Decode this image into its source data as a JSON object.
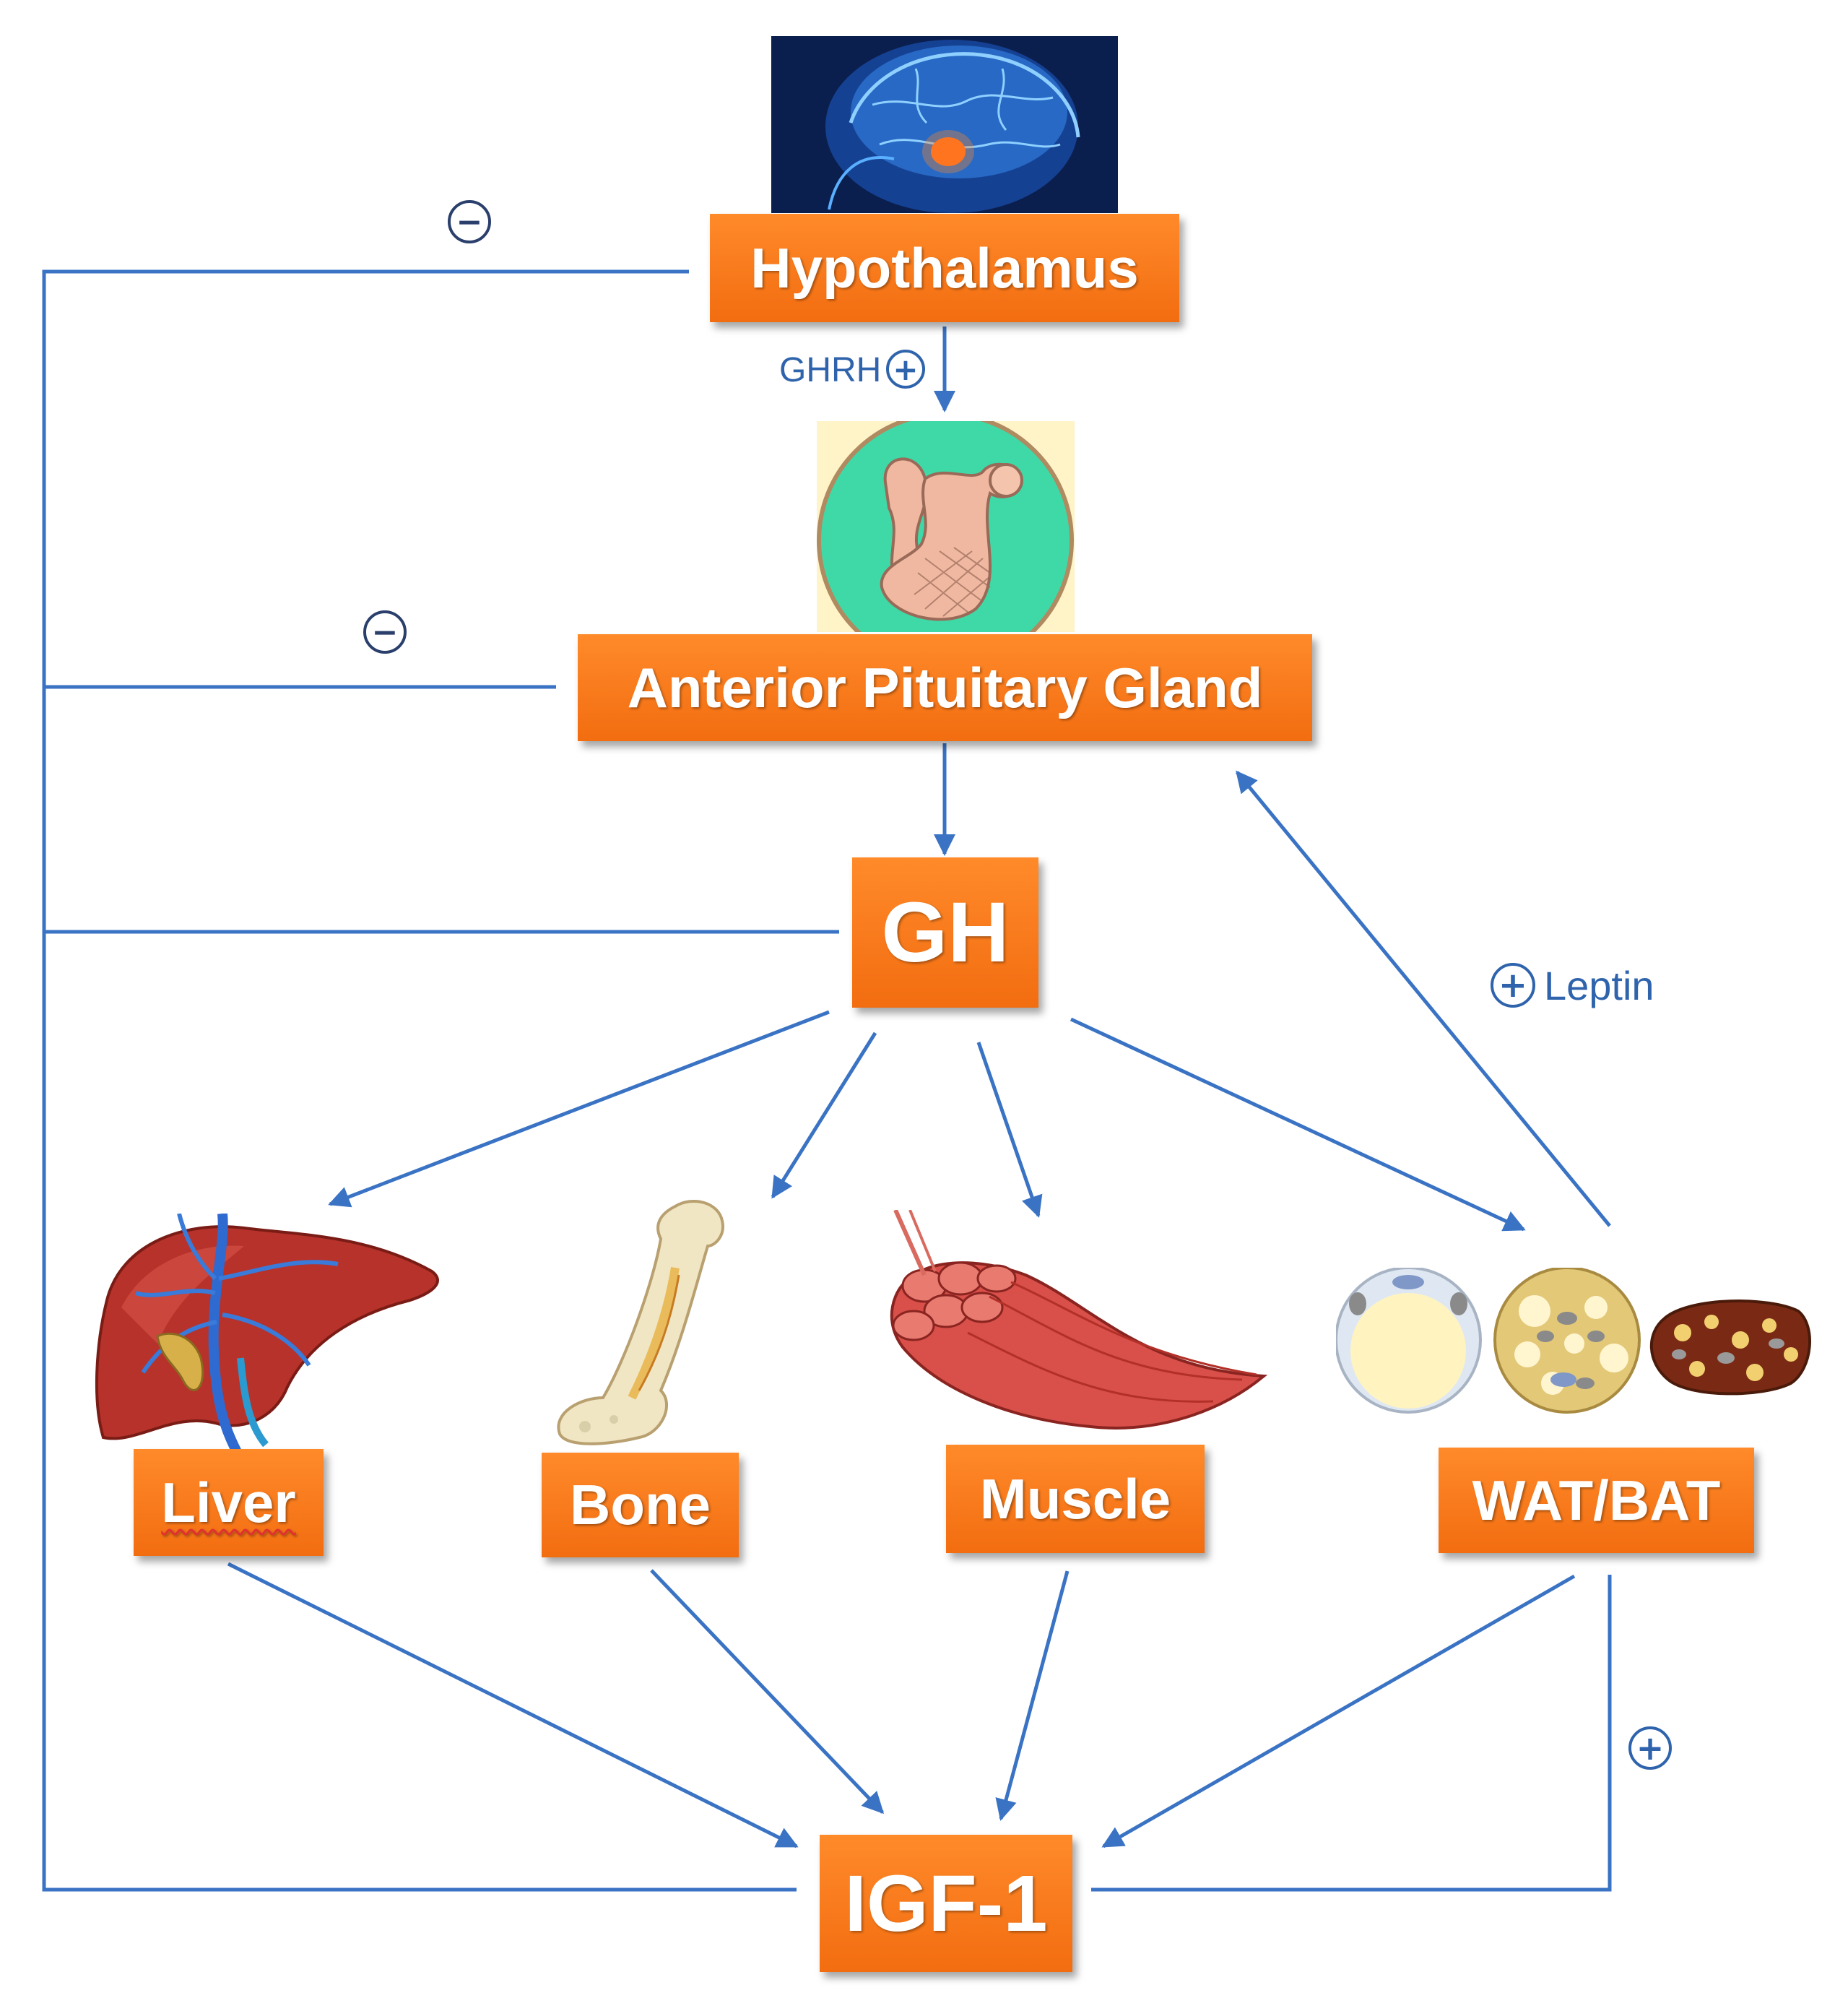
{
  "nodes": {
    "hypothalamus": "Hypothalamus",
    "pituitary": "Anterior Pituitary Gland",
    "gh": "GH",
    "liver": "Liver",
    "bone": "Bone",
    "muscle": "Muscle",
    "wat_bat": "WAT/BAT",
    "igf1": "IGF-1"
  },
  "edge_labels": {
    "ghrh": "GHRH",
    "leptin": "Leptin"
  },
  "signs": {
    "minus": "−",
    "plus": "+"
  },
  "colors": {
    "box": "#f5761a",
    "arrow": "#3a73c4",
    "label": "#2f64ad"
  },
  "icons": {
    "brain": "brain-icon",
    "pituitary": "pituitary-gland-icon",
    "liver": "liver-icon",
    "bone": "bone-icon",
    "muscle": "muscle-icon",
    "fat_cells": "adipocyte-icons"
  }
}
